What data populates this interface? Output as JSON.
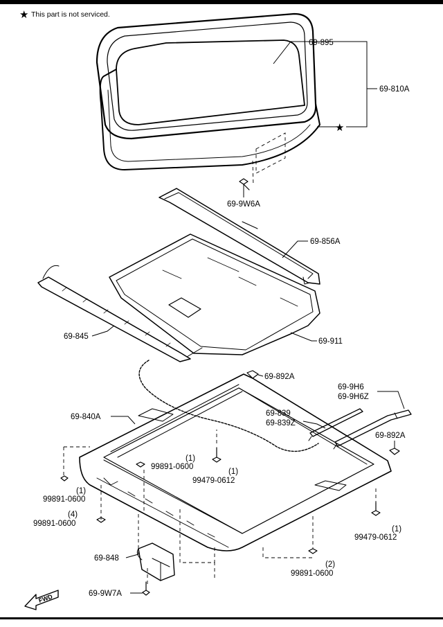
{
  "note": {
    "star": "★",
    "text": "This part is not serviced."
  },
  "fwd_label": "FWD",
  "callouts": {
    "c_69_895": "69-895",
    "c_69_810A": "69-810A",
    "c_69_9W6A": "69-9W6A",
    "c_69_856A": "69-856A",
    "c_69_845": "69-845",
    "c_69_911": "69-911",
    "c_69_892A_top": "69-892A",
    "c_69_9H6": "69-9H6",
    "c_69_9H6Z": "69-9H6Z",
    "c_69_839": "69-839",
    "c_69_839Z": "69-839Z",
    "c_69_840A": "69-840A",
    "c_69_892A_right": "69-892A",
    "c_99891_mid": "99891-0600",
    "c_99891_mid_qty": "(1)",
    "c_99479_mid": "99479-0612",
    "c_99479_mid_qty": "(1)",
    "c_99891_left": "99891-0600",
    "c_99891_left_qty": "(1)",
    "c_99891_left2": "99891-0600",
    "c_99891_left2_qty": "(4)",
    "c_99479_right": "99479-0612",
    "c_99479_right_qty": "(1)",
    "c_69_848": "69-848",
    "c_99891_bottom": "99891-0600",
    "c_99891_bottom_qty": "(2)",
    "c_69_9W7A": "69-9W7A"
  }
}
